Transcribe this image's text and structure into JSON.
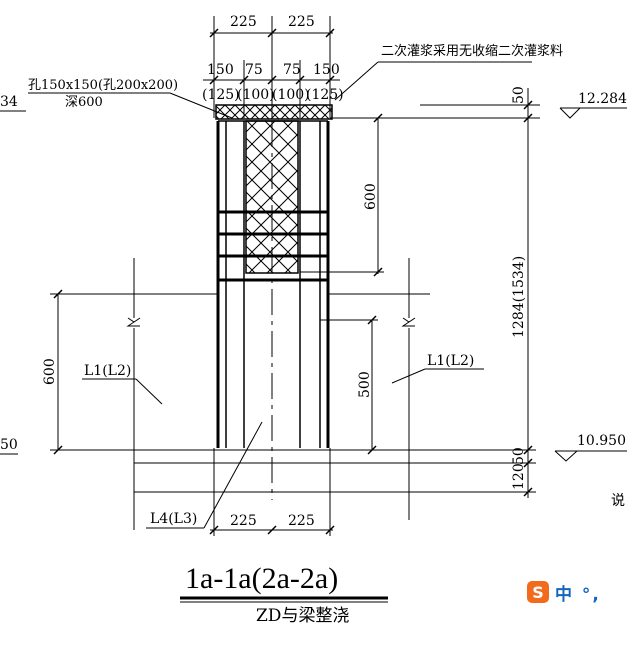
{
  "drawing": {
    "top_dims": [
      "225",
      "225"
    ],
    "sub_dims": [
      "150",
      "75",
      "75",
      "150"
    ],
    "sub_dims_alt": [
      "(125)",
      "(100)",
      "(100)",
      "(125)"
    ],
    "hole_note_line1": "孔150x150(孔200x200)",
    "hole_note_line2": "深600",
    "grout_note": "二次灌浆采用无收缩二次灌浆料",
    "left_cut_top": "34",
    "left_cut_bottom": "50",
    "dim_50_top": "50",
    "elev_top": "12.284(",
    "dim_600_right": "600",
    "dim_total": "1284(1534)",
    "dim_600_left": "600",
    "beam_left": "L1(L2)",
    "beam_right": "L1(L2)",
    "dim_500": "500",
    "dim_50_bottom": "50",
    "elev_bottom": "10.950",
    "dim_120": "120",
    "beam_bottom": "L4(L3)",
    "bottom_dims": [
      "225",
      "225"
    ],
    "cut_right_char": "说"
  },
  "title": {
    "main": "1a-1a(2a-2a)",
    "sub": "ZD与梁整浇"
  },
  "ime": {
    "logo": "S",
    "text": "中 °,"
  }
}
